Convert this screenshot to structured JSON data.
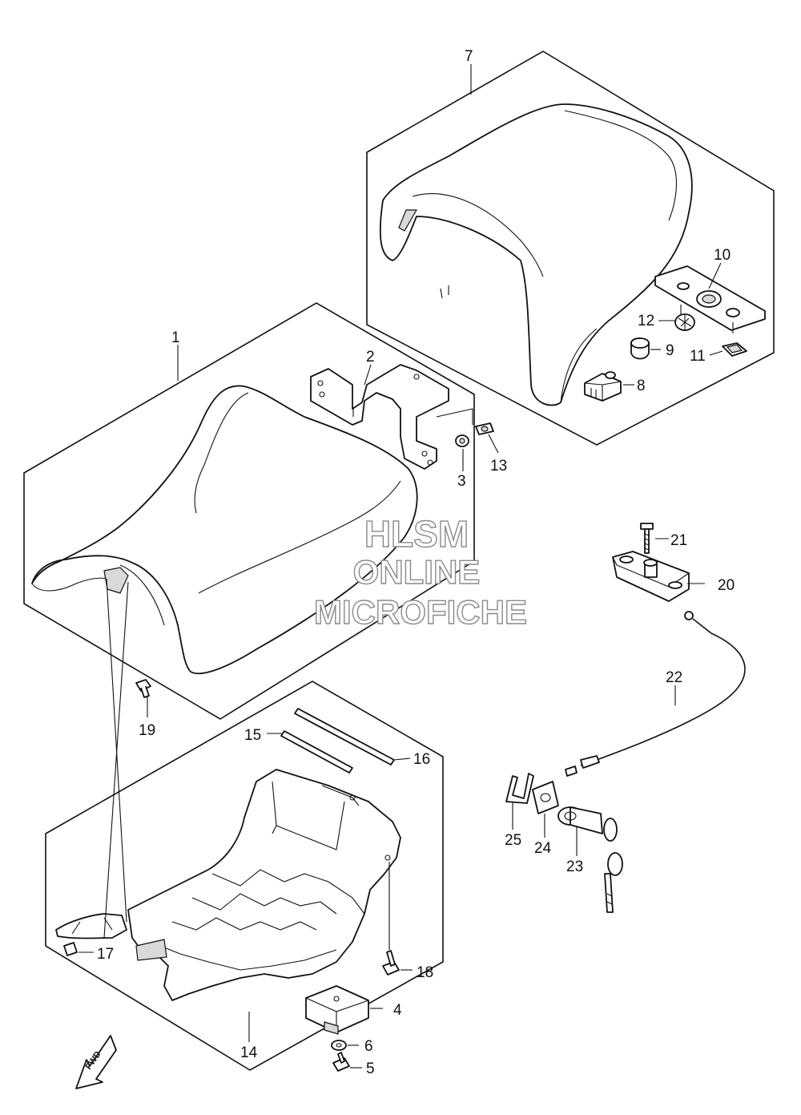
{
  "diagram": {
    "callouts": [
      {
        "id": "1",
        "text": "1"
      },
      {
        "id": "2",
        "text": "2"
      },
      {
        "id": "3",
        "text": "3"
      },
      {
        "id": "4",
        "text": "4"
      },
      {
        "id": "5",
        "text": "5"
      },
      {
        "id": "6",
        "text": "6"
      },
      {
        "id": "7",
        "text": "7"
      },
      {
        "id": "8",
        "text": "8"
      },
      {
        "id": "9",
        "text": "9"
      },
      {
        "id": "10",
        "text": "10"
      },
      {
        "id": "11",
        "text": "11"
      },
      {
        "id": "12",
        "text": "12"
      },
      {
        "id": "13",
        "text": "13"
      },
      {
        "id": "14",
        "text": "14"
      },
      {
        "id": "15",
        "text": "15"
      },
      {
        "id": "16",
        "text": "16"
      },
      {
        "id": "17",
        "text": "17"
      },
      {
        "id": "18",
        "text": "18"
      },
      {
        "id": "19",
        "text": "19"
      },
      {
        "id": "20",
        "text": "20"
      },
      {
        "id": "21",
        "text": "21"
      },
      {
        "id": "22",
        "text": "22"
      },
      {
        "id": "23",
        "text": "23"
      },
      {
        "id": "24",
        "text": "24"
      },
      {
        "id": "25",
        "text": "25"
      }
    ],
    "watermark": {
      "line1": "HLSM",
      "line2": "ONLINE",
      "line3": "MICROFICHE"
    },
    "fwd_arrow": {
      "text": "FWD",
      "icon": "fwd-arrow-icon"
    },
    "colors": {
      "line": "#111111",
      "watermark": "#8a8a8a",
      "background": "#ffffff"
    }
  }
}
